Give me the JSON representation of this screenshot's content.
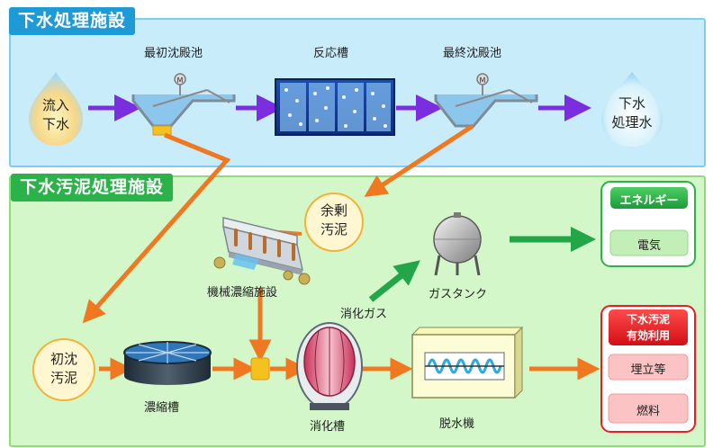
{
  "sections": {
    "treatment": {
      "title": "下水処理施設"
    },
    "sludge": {
      "title": "下水汚泥処理施設"
    }
  },
  "treatment_flow": {
    "inflow": [
      "流入",
      "下水"
    ],
    "primary_clarifier": "最初沈殿池",
    "reactor": "反応槽",
    "final_clarifier": "最終沈殿池",
    "treated_water": [
      "下水",
      "処理水"
    ],
    "motor_symbol": "M"
  },
  "sludge_flow": {
    "excess_sludge": [
      "余剰",
      "汚泥"
    ],
    "primary_sludge": [
      "初沈",
      "汚泥"
    ],
    "mechanical_thickener": "機械濃縮施設",
    "gravity_thickener": "濃縮槽",
    "digester": "消化槽",
    "digestion_gas": "消化ガス",
    "gas_tank": "ガスタンク",
    "dewatering": "脱水機"
  },
  "outputs": {
    "energy": {
      "title": "エネルギー",
      "items": [
        "電気"
      ]
    },
    "reuse": {
      "title": [
        "下水汚泥",
        "有効利用"
      ],
      "items": [
        "埋立等",
        "燃料"
      ]
    }
  },
  "colors": {
    "treatment_bg": "#c9ecfb",
    "treatment_title": "#1e9bd7",
    "sludge_bg": "#d3f7c9",
    "sludge_title": "#2bb34a",
    "water_arrow": "#7a2ee0",
    "sludge_arrow": "#f07820",
    "gas_arrow": "#22a648",
    "energy_box": "#2bb34a",
    "reuse_box": "#ee1c24"
  }
}
